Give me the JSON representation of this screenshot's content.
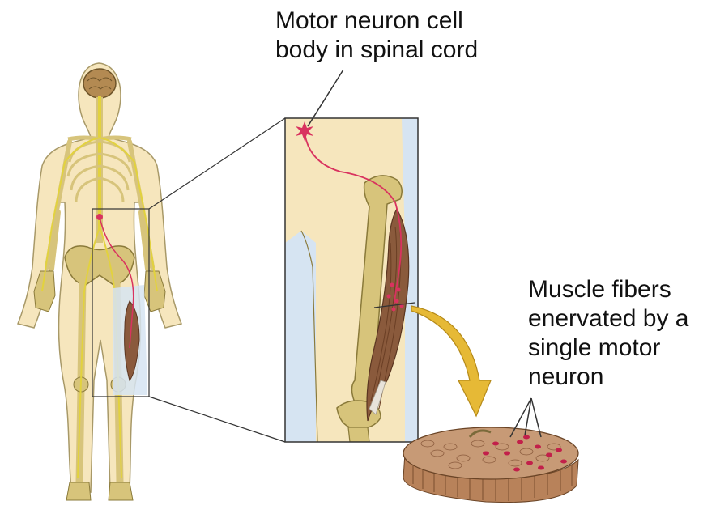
{
  "labels": {
    "motor_neuron": [
      "Motor neuron cell",
      "body in spinal cord"
    ],
    "muscle_fibers": [
      "Muscle fibers",
      "enervated by a",
      "single motor",
      "neuron"
    ]
  },
  "colors": {
    "skin": "#f6e6bd",
    "bone": "#d7c47b",
    "bone_outline": "#8a7a3a",
    "nerve": "#e2d23e",
    "neuron": "#d9335f",
    "muscle": "#8a5a3c",
    "inset_bg_blue": "#d6e4f2",
    "arrow": "#e6b936"
  }
}
